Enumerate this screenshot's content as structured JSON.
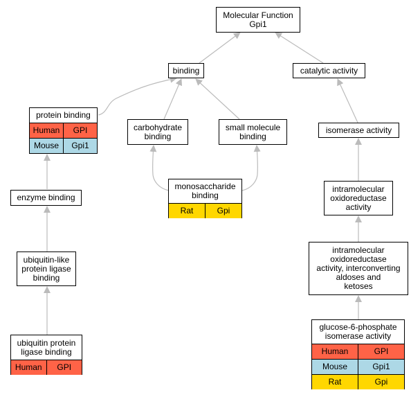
{
  "colors": {
    "human": "#FF6347",
    "mouse": "#ADD8E6",
    "rat": "#FFD700",
    "edge": "#BBBBBB"
  },
  "nodes": {
    "molecular_function": {
      "label": "Molecular Function\nGpi1"
    },
    "binding": {
      "label": "binding"
    },
    "catalytic_activity": {
      "label": "catalytic activity"
    },
    "protein_binding": {
      "label": "protein binding",
      "rows": [
        {
          "species": "Human",
          "gene": "GPI"
        },
        {
          "species": "Mouse",
          "gene": "Gpi1"
        }
      ]
    },
    "carbohydrate_binding": {
      "label": "carbohydrate\nbinding"
    },
    "small_molecule_binding": {
      "label": "small molecule\nbinding"
    },
    "isomerase_activity": {
      "label": "isomerase activity"
    },
    "monosaccharide_binding": {
      "label": "monosaccharide\nbinding",
      "rows": [
        {
          "species": "Rat",
          "gene": "Gpi"
        }
      ]
    },
    "enzyme_binding": {
      "label": "enzyme binding"
    },
    "intramolecular_oxidoreductase": {
      "label": "intramolecular\noxidoreductase\nactivity"
    },
    "ubiquitin_like_binding": {
      "label": "ubiquitin-like\nprotein ligase\nbinding"
    },
    "interconverting": {
      "label": "intramolecular\noxidoreductase\nactivity, interconverting\naldoses and\nketoses"
    },
    "ubiquitin_protein_binding": {
      "label": "ubiquitin protein\nligase binding",
      "rows": [
        {
          "species": "Human",
          "gene": "GPI"
        }
      ]
    },
    "g6p_isomerase": {
      "label": "glucose-6-phosphate\nisomerase activity",
      "rows": [
        {
          "species": "Human",
          "gene": "GPI"
        },
        {
          "species": "Mouse",
          "gene": "Gpi1"
        },
        {
          "species": "Rat",
          "gene": "Gpi"
        }
      ]
    }
  }
}
